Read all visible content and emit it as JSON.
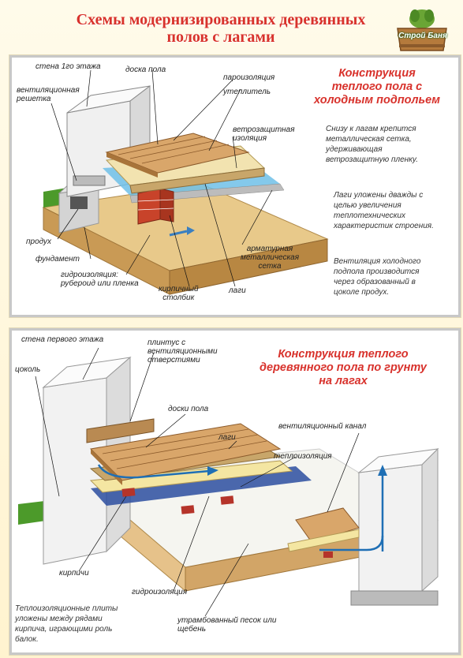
{
  "title": {
    "line1": "Схемы модернизированных деревянных",
    "line2": "полов с лагами"
  },
  "logo": {
    "text": "Строй Баня"
  },
  "diagram1": {
    "heading": {
      "line1": "Конструкция",
      "line2": "теплого пола с",
      "line3": "холодным  подпольем"
    },
    "labels": {
      "wall": "стена 1го этажа",
      "board": "доска пола",
      "vapor": "пароизоляция",
      "insulation": "утеплитель",
      "wind1": "ветрозащитная",
      "wind2": "изоляция",
      "grille1": "вентиляционная",
      "grille2": "решетка",
      "vent": "продух",
      "foundation": "фундамент",
      "hydro1": "гидроизоляция:",
      "hydro2": "рубероид или пленка",
      "brick1": "кирпичный",
      "brick2": "столбик",
      "joists": "лаги",
      "mesh1": "арматурная",
      "mesh2": "металлическая",
      "mesh3": "сетка"
    },
    "notes": [
      [
        "Снизу к лагам крепится",
        "металлическая сетка,",
        "удерживающая",
        "ветрозащитную пленку."
      ],
      [
        "Лаги уложены дважды с",
        "целью увеличения",
        "теплотехнических",
        "характеристик строения."
      ],
      [
        "Вентиляция холодного",
        "подпола производится",
        "через образованный в",
        "цоколе продух."
      ]
    ]
  },
  "diagram2": {
    "heading": {
      "line1": "Конструкция теплого",
      "line2": "деревянного пола по грунту",
      "line3": "на лагах"
    },
    "labels": {
      "wall": "стена первого этажа",
      "plinth1": "плинтус с",
      "plinth2": "вентиляционными",
      "plinth3": "отверстиями",
      "socle": "цоколь",
      "boards": "доски пола",
      "joists": "лаги",
      "channel": "вентиляционный канал",
      "thermal": "теплоизоляция",
      "bricks": "кирпичи",
      "hydro": "гидроизоляция",
      "sand1": "утрамбованный песок или",
      "sand2": "щебень"
    },
    "note": [
      "Теплоизоляционные плиты",
      "уложены между рядами",
      "кирпича, играющими роль",
      "балок."
    ]
  }
}
